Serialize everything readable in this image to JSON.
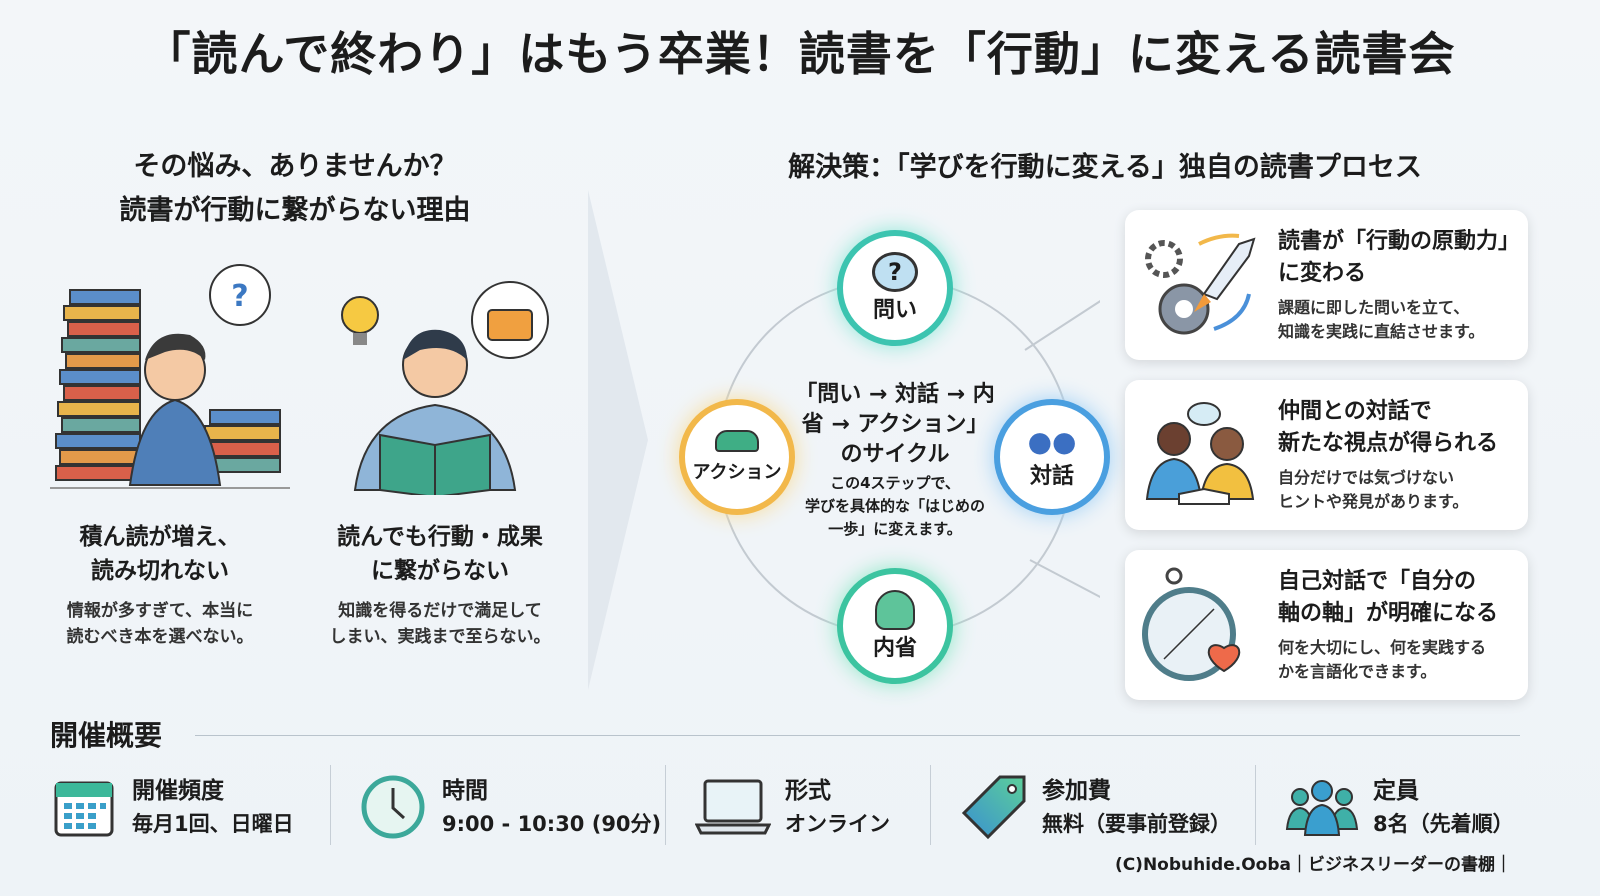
{
  "title": "「読んで終わり」はもう卒業！読書を「行動」に変える読書会",
  "problem": {
    "heading_line1": "その悩み、ありませんか？",
    "heading_line2": "読書が行動に繋がらない理由",
    "items": [
      {
        "title_line1": "積ん読が増え、",
        "title_line2": "読み切れない",
        "desc_line1": "情報が多すぎて、本当に",
        "desc_line2": "読むべき本を選べない。",
        "icon": "stacked-books-confused-person-icon"
      },
      {
        "title_line1": "読んでも行動・成果",
        "title_line2": "に繋がらない",
        "desc_line1": "知識を得るだけで満足して",
        "desc_line2": "しまい、実践まで至らない。",
        "icon": "reading-person-lightbulb-icon"
      }
    ]
  },
  "solution": {
    "heading": "解決策：「学びを行動に変える」独自の読書プロセス",
    "cycle": {
      "title_line1": "「問い → 対話 → 内",
      "title_line2": "省 → アクション」",
      "title_line3": "のサイクル",
      "desc_line1": "この4ステップで、",
      "desc_line2": "学びを具体的な「はじめの",
      "desc_line3": "一歩」に変えます。",
      "steps": [
        {
          "label": "問い",
          "color": "#3cc4b0"
        },
        {
          "label": "対話",
          "color": "#4a9fe0"
        },
        {
          "label": "内省",
          "color": "#3cc4a0"
        },
        {
          "label": "アクション",
          "color": "#f2b84a"
        }
      ]
    },
    "cards": [
      {
        "title_line1": "読書が「行動の原動力」",
        "title_line2": "に変わる",
        "desc_line1": "課題に即した問いを立て、",
        "desc_line2": "知識を実践に直結させます。",
        "icon": "gear-rocket-icon"
      },
      {
        "title_line1": "仲間との対話で",
        "title_line2": "新たな視点が得られる",
        "desc_line1": "自分だけでは気づけない",
        "desc_line2": "ヒントや発見があります。",
        "icon": "two-people-talking-icon"
      },
      {
        "title_line1": "自己対話で「自分の",
        "title_line2": "軸の軸」が明確になる",
        "desc_line1": "何を大切にし、何を実践する",
        "desc_line2": "かを言語化できます。",
        "icon": "compass-heart-icon"
      }
    ]
  },
  "summary": {
    "heading": "開催概要",
    "items": [
      {
        "label": "開催頻度",
        "value": "毎月1回、日曜日",
        "icon": "calendar-icon"
      },
      {
        "label": "時間",
        "value": "9:00 - 10:30 (90分)",
        "icon": "clock-icon"
      },
      {
        "label": "形式",
        "value": "オンライン",
        "icon": "laptop-icon"
      },
      {
        "label": "参加費",
        "value": "無料（要事前登録）",
        "icon": "price-tag-icon"
      },
      {
        "label": "定員",
        "value": "8名（先着順）",
        "icon": "people-icon"
      }
    ]
  },
  "footer": "(C)Nobuhide.Ooba｜ビジネスリーダーの書棚｜"
}
